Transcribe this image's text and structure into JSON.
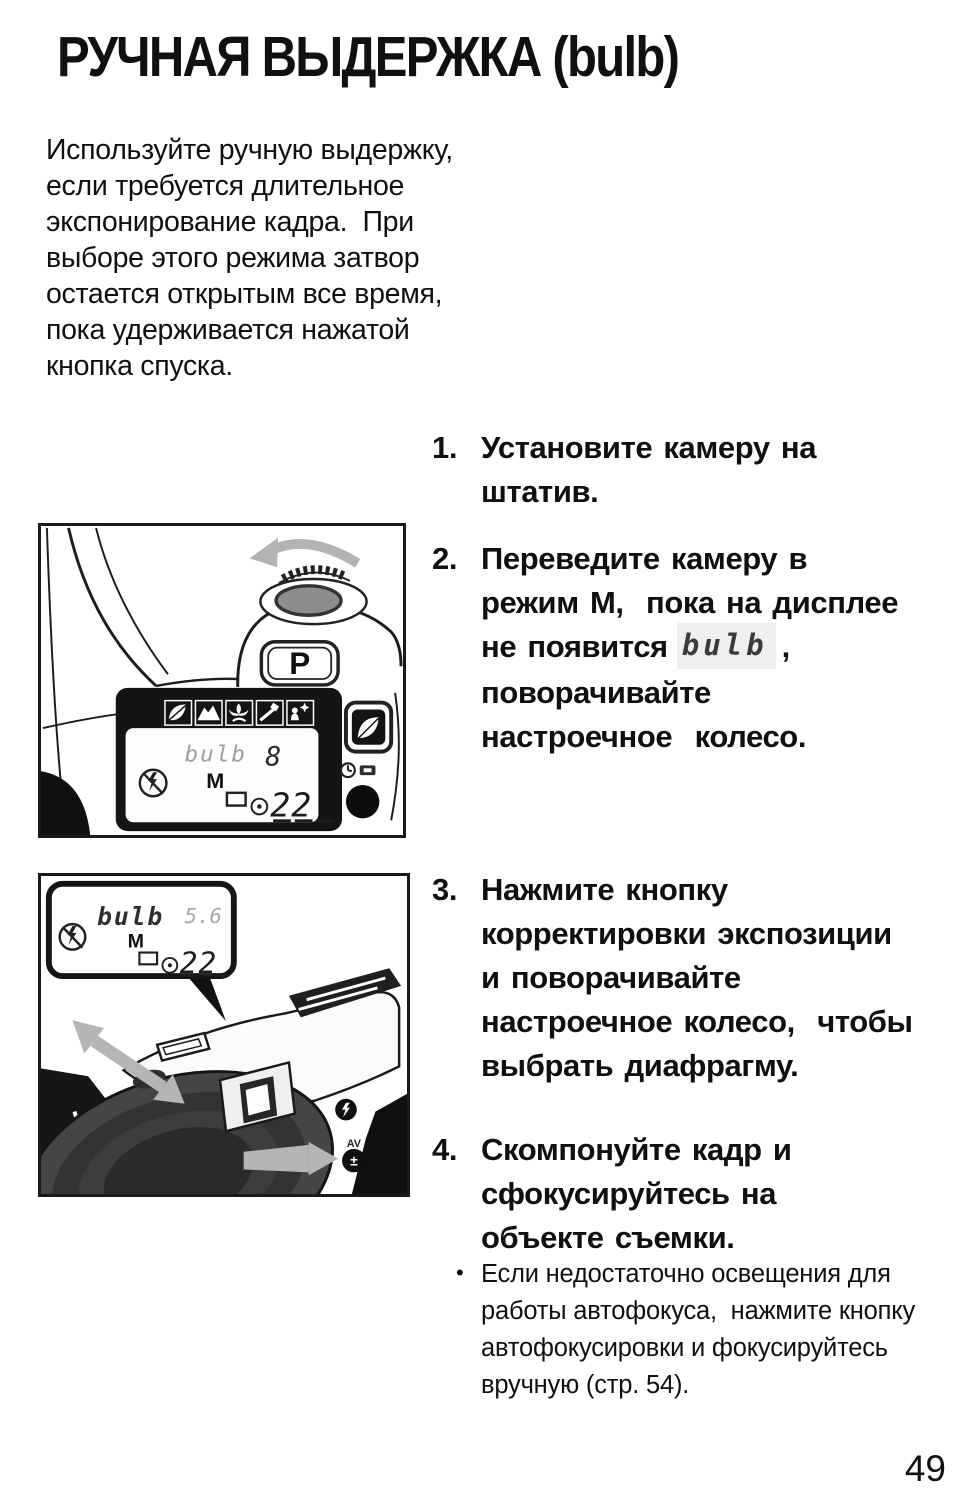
{
  "page": {
    "title": "РУЧНАЯ ВЫДЕРЖКА (bulb)",
    "number": "49"
  },
  "intro": {
    "lines": [
      "Используйте ручную выдержку,",
      "если требуется длительное",
      "экспонирование кадра.  При",
      "выборе этого режима затвор",
      "остается открытым все время,",
      "пока удерживается нажатой",
      "кнопка спуска."
    ]
  },
  "steps": {
    "s1": {
      "num": "1.",
      "lines": [
        "Установите камеру на",
        "штатив."
      ]
    },
    "s2": {
      "num": "2.",
      "line1": "Переведите камеру в",
      "line2": "режим М,  пока на дисплее",
      "line3_pre": "не появится",
      "lcd": "bulb",
      "line3_post": ",",
      "line4": "поворачивайте",
      "line5": "настроечное  колесо."
    },
    "s3": {
      "num": "3.",
      "lines": [
        "Нажмите кнопку",
        "корректировки экспозиции",
        "и поворачивайте",
        "настроечное колесо,  чтобы",
        "выбрать диафрагму."
      ]
    },
    "s4": {
      "num": "4.",
      "lines": [
        "Скомпонуйте кадр и",
        "сфокусируйтесь на",
        "объекте съемки."
      ]
    }
  },
  "note": {
    "bullet": "•",
    "lines": [
      "Если недостаточно освещения для",
      "работы автофокуса,  нажмите кнопку",
      "автофокусировки и фокусируйтесь",
      "вручную (стр. 54)."
    ]
  },
  "fig1": {
    "description": "camera top view: command dial with rotation arrow, shutter button, P button, LCD panel",
    "mode_button_label": "P",
    "mode_icons": [
      "portrait",
      "landscape",
      "macro",
      "sport",
      "night-scene"
    ],
    "side_icons": [
      "vari-program-button",
      "self-timer",
      "film-advance",
      "round-button"
    ],
    "lcd": {
      "shutter_speed": "bulb",
      "metered_value": "8",
      "exposure_mode": "M",
      "aperture": "22"
    }
  },
  "fig2": {
    "description": "camera three-quarter view: LCD callout, command-dial double arrow, arrow to AV button",
    "av_button_label": "AV",
    "av_button_symbol": "±",
    "lcd": {
      "shutter_speed": "bulb",
      "metered_value": "5.6",
      "exposure_mode": "M",
      "aperture": "22"
    }
  },
  "colors": {
    "text": "#101010",
    "arrow_gray": "#b3b3b3",
    "lcd_dim": "#9e9e9e",
    "panel_black": "#141414"
  }
}
